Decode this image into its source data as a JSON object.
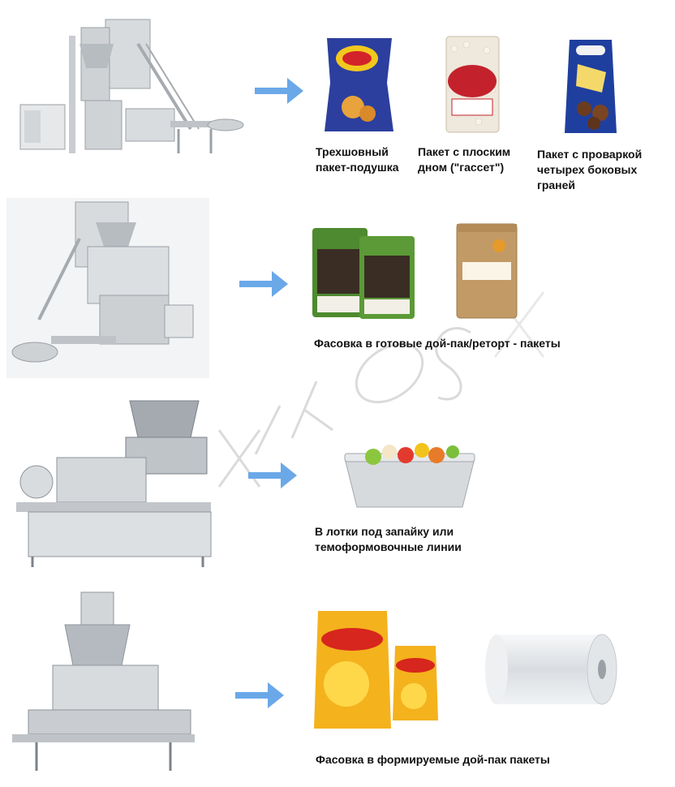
{
  "colors": {
    "arrow": "#6aa8e8",
    "steel": "#c9ccd0",
    "steel_dark": "#8f959b",
    "watermark": "#b8b8b8"
  },
  "rows": [
    {
      "machine_icon": "multihead-weigher-vffs-machine",
      "products": [
        {
          "icon": "chips-pillow-bag",
          "label": "Трехшовный\nпакет-подушка"
        },
        {
          "icon": "gusset-bean-bag",
          "label": "Пакет с плоским\nдном (\"гассет\")"
        },
        {
          "icon": "quad-seal-bag",
          "label": "Пакет с проваркой\nчетырех боковых\nграней"
        }
      ]
    },
    {
      "machine_icon": "premade-pouch-packing-machine",
      "products": [
        {
          "icon": "doypack-toffee-pouches",
          "label": ""
        },
        {
          "icon": "kraft-retort-pouch",
          "label": ""
        }
      ],
      "caption": "Фасовка в готовые дой-пак/реторт - пакеты"
    },
    {
      "machine_icon": "tray-sealing-thermoforming-line",
      "products": [
        {
          "icon": "aluminum-tray-fruit",
          "label": ""
        }
      ],
      "caption": "В лотки под запайку или\nтемоформовочные линии"
    },
    {
      "machine_icon": "horizontal-form-fill-seal-machine",
      "products": [
        {
          "icon": "cheesebuddy-doypack",
          "label": ""
        },
        {
          "icon": "film-roll",
          "label": ""
        }
      ],
      "caption": "Фасовка в формируемые дой-пак пакеты"
    }
  ]
}
